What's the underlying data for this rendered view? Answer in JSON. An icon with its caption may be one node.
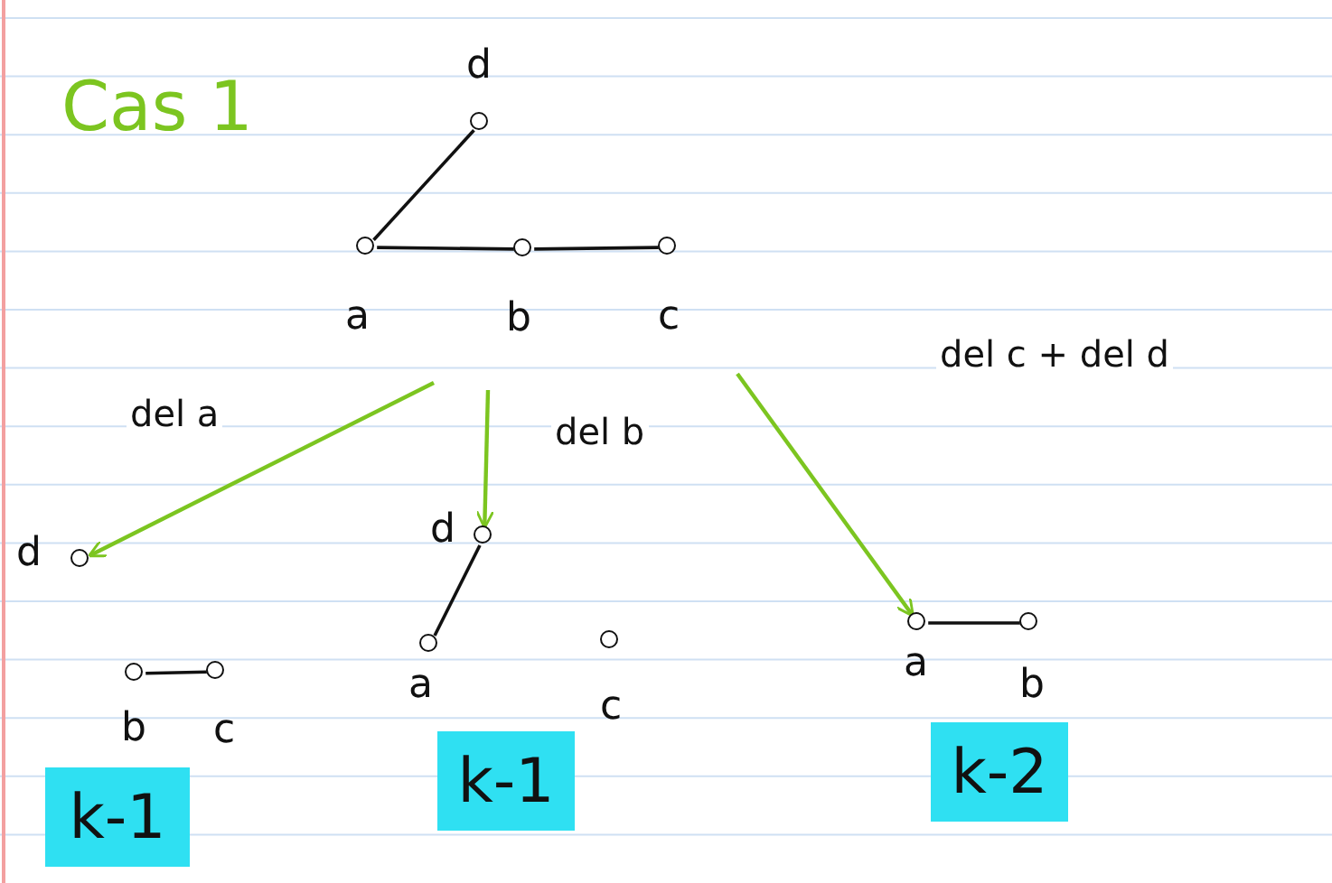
{
  "diagram": {
    "title": "Cas 1",
    "nodes": [
      {
        "text": [],
        "shape": "circle",
        "beside": [
          "d"
        ]
      },
      {
        "text": [],
        "shape": "circle",
        "beside": [
          "a"
        ]
      },
      {
        "text": [],
        "shape": "circle",
        "beside": [
          "b"
        ]
      },
      {
        "text": [],
        "shape": "circle",
        "beside": [
          "c"
        ]
      },
      {
        "text": [],
        "shape": "circle",
        "beside": [
          "d"
        ]
      },
      {
        "text": [],
        "shape": "circle",
        "beside": [
          "b"
        ]
      },
      {
        "text": [],
        "shape": "circle",
        "beside": [
          "c"
        ]
      },
      {
        "text": [],
        "shape": "circle",
        "beside": [
          "d"
        ]
      },
      {
        "text": [],
        "shape": "circle",
        "beside": [
          "a"
        ]
      },
      {
        "text": [],
        "shape": "circle",
        "beside": [
          "c"
        ]
      },
      {
        "text": [],
        "shape": "circle",
        "beside": [
          "a"
        ]
      },
      {
        "text": [],
        "shape": "circle",
        "beside": [
          "b"
        ]
      },
      {
        "text": [
          "k-1"
        ]
      },
      {
        "text": [
          "k-1"
        ]
      },
      {
        "text": [
          "k-2"
        ]
      }
    ],
    "edges": [
      {
        "from": 0,
        "to": 1,
        "arrow": "none"
      },
      {
        "from": 1,
        "to": 2,
        "arrow": "none"
      },
      {
        "from": 2,
        "to": 3,
        "arrow": "none"
      },
      {
        "from": null,
        "to": 4,
        "arrow": "to",
        "label": "del a",
        "color": "#7cc520"
      },
      {
        "from": null,
        "to": 7,
        "arrow": "to",
        "label": "del b",
        "color": "#7cc520"
      },
      {
        "from": null,
        "to": 10,
        "arrow": "to",
        "label": "del c + del d",
        "color": "#7cc520"
      },
      {
        "from": 5,
        "to": 6,
        "arrow": "none"
      },
      {
        "from": 7,
        "to": 8,
        "arrow": "none"
      },
      {
        "from": 10,
        "to": 11,
        "arrow": "none"
      }
    ]
  }
}
